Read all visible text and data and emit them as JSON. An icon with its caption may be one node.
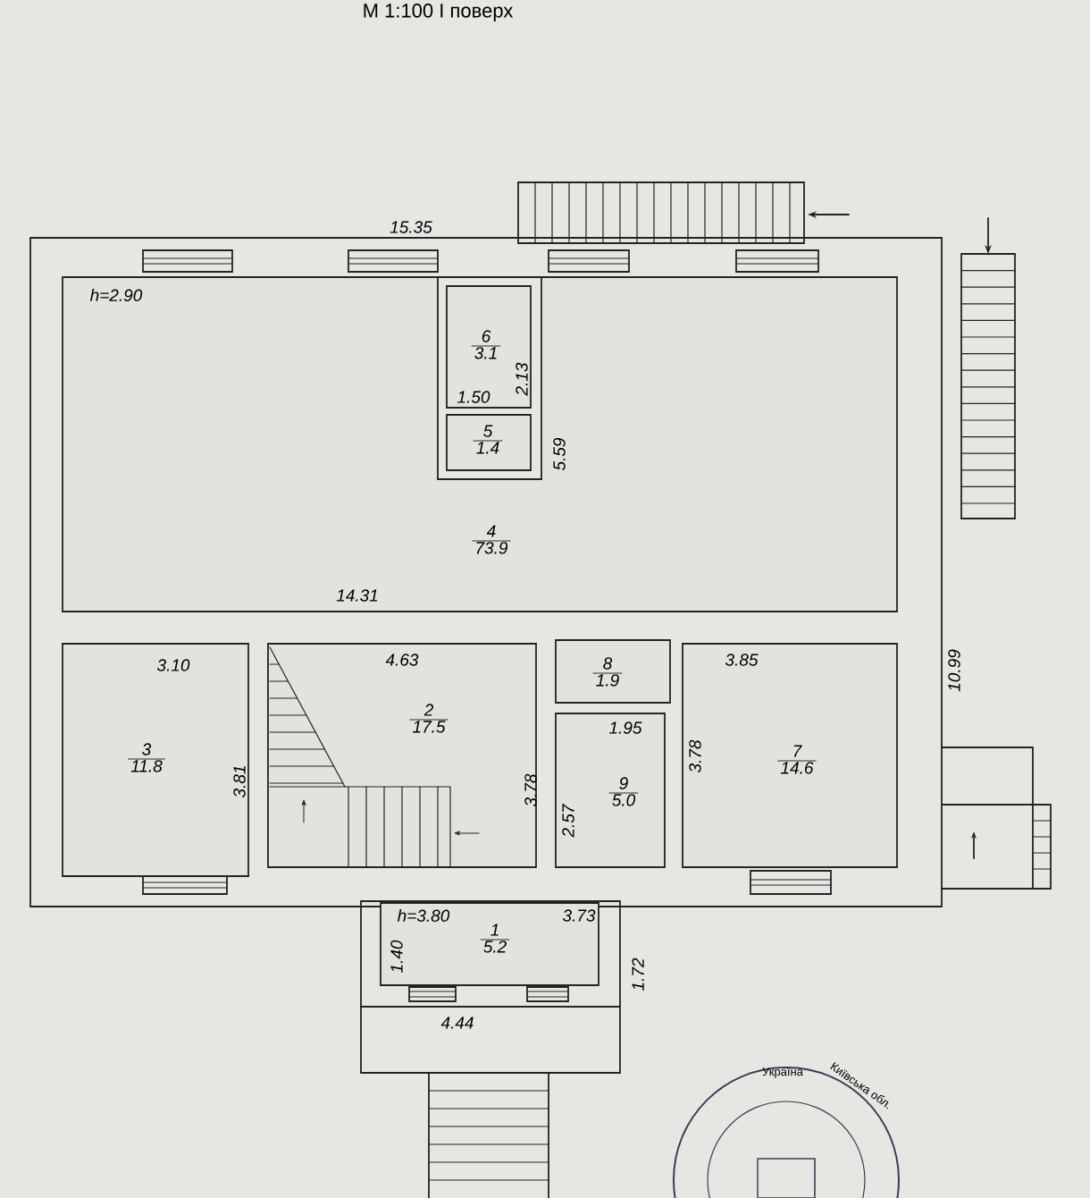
{
  "diagram": {
    "title": "М 1:100   І поверх",
    "nodes": [
      {
        "text": [
          "4",
          "73.9"
        ]
      },
      {
        "text": [
          "6",
          "3.1"
        ],
        "in": 0
      },
      {
        "text": [
          "5",
          "1.4"
        ],
        "in": 0
      },
      {
        "text": [
          "3",
          "11.8"
        ]
      },
      {
        "text": [
          "2",
          "17.5"
        ]
      },
      {
        "text": [
          "8",
          "1.9"
        ]
      },
      {
        "text": [
          "9",
          "5.0"
        ]
      },
      {
        "text": [
          "7",
          "14.6"
        ]
      },
      {
        "text": [
          "1",
          "5.2"
        ]
      }
    ],
    "labels": [
      "15.35",
      "h=2.90",
      "1.50",
      "2.13",
      "5.59",
      "14.31",
      "3.10",
      "3.81",
      "4.63",
      "3.78",
      "1.95",
      "2.57",
      "3.78",
      "3.85",
      "10.99",
      "h=3.80",
      "3.73",
      "1.40",
      "1.72",
      "4.44",
      "Україна",
      "Київська обл."
    ]
  }
}
